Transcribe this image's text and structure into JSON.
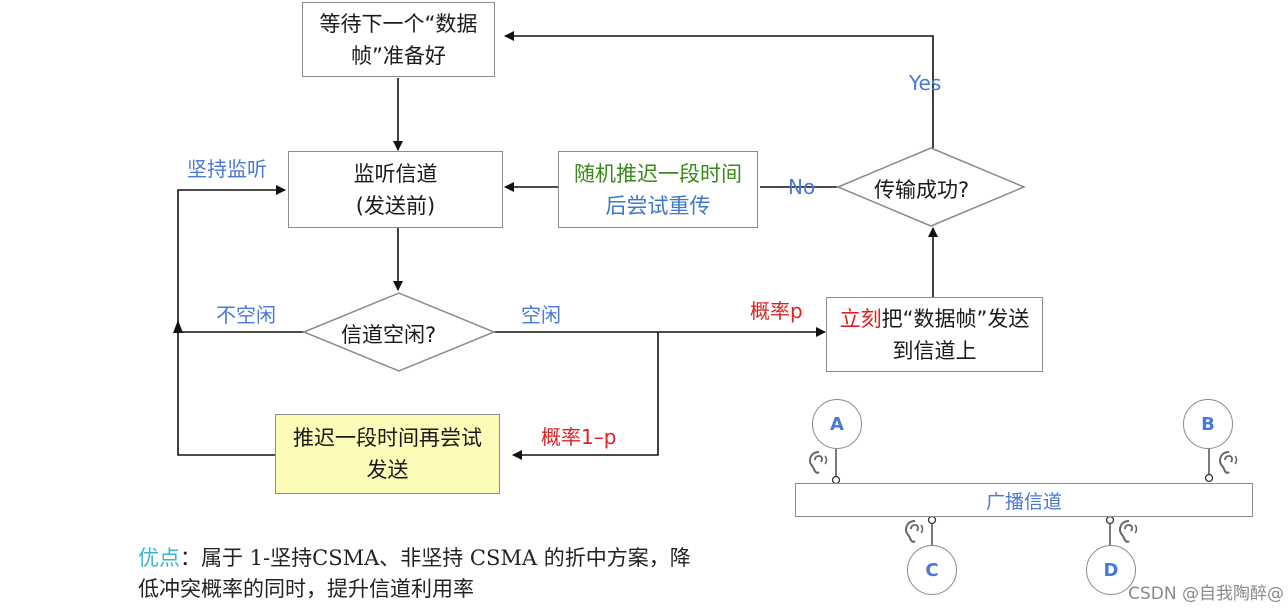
{
  "boxes": {
    "wait": "等待下一个“数据帧”准备好",
    "listen_line1": "监听信道",
    "listen_line2": "(发送前)",
    "backoff_p1": "随机推迟一段时",
    "backoff_p2": "间",
    "backoff_p3": "后尝试重传",
    "decision_idle": "信道空闲?",
    "decision_success": "传输成功?",
    "send_p1": "立刻",
    "send_p2": "把“数据帧”发送到信道上",
    "defer": "推迟一段时间再尝试发送"
  },
  "labels": {
    "persist_listen": "坚持监听",
    "busy": "不空闲",
    "idle": "空闲",
    "prob_p": "概率p",
    "prob_1mp": "概率1–p",
    "yes": "Yes",
    "no": "No"
  },
  "network": {
    "nodes": [
      "A",
      "B",
      "C",
      "D"
    ],
    "channel": "广播信道",
    "icon": "ear-icon"
  },
  "note": {
    "highlight": "优点",
    "text": "：属于 1-坚持CSMA、非坚持 CSMA 的折中方案，降低冲突概率的同时，提升信道利用率"
  },
  "watermark": "CSDN @自我陶醉@"
}
